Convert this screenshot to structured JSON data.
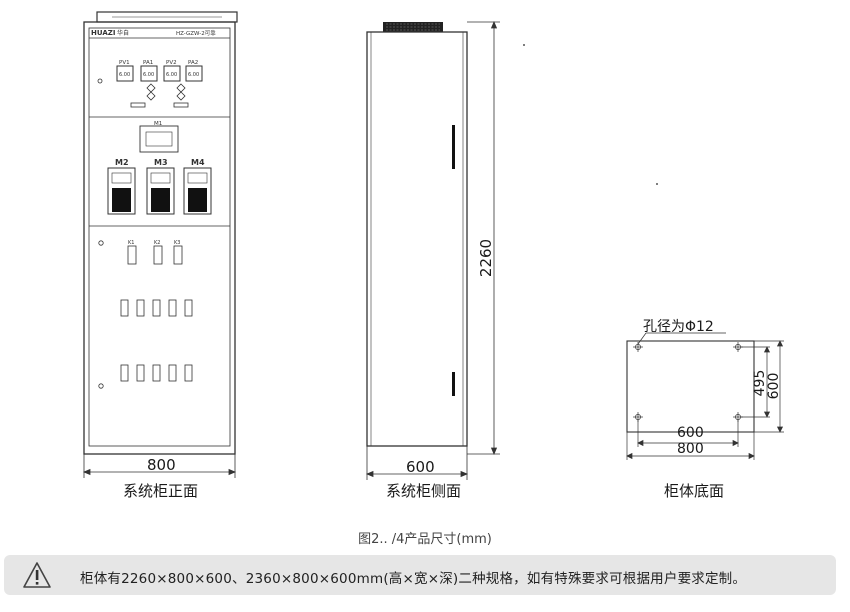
{
  "front_view": {
    "panel_brand": "HUAZI",
    "panel_brand_cn": "华自",
    "panel_model": "HZ-GZW-2可靠",
    "meter_labels": [
      "PV1",
      "PA1",
      "PV2",
      "PA2"
    ],
    "meter_readouts": [
      "6.00",
      "6.00",
      "6.00",
      "6.00"
    ],
    "display_label": "M1",
    "module_labels": [
      "M2",
      "M3",
      "M4"
    ],
    "switch_labels": [
      "K1",
      "K2",
      "K3"
    ],
    "width_dim": "800",
    "view_label": "系统柜正面"
  },
  "side_view": {
    "height_dim": "2260",
    "depth_dim": "600",
    "view_label": "系统柜侧面"
  },
  "base_view": {
    "hole_note": "孔径为Φ12",
    "dim_inner_h": "495",
    "dim_outer_h": "600",
    "dim_inner_w": "600",
    "dim_outer_w": "800",
    "view_label": "柜体底面"
  },
  "figure_caption": "图2..                            /4产品尺寸(mm)",
  "notice": {
    "icon": "warning-icon",
    "text": "柜体有2260×800×600、2360×800×600mm(高×宽×深)二种规格，如有特殊要求可根据用户要求定制。"
  }
}
